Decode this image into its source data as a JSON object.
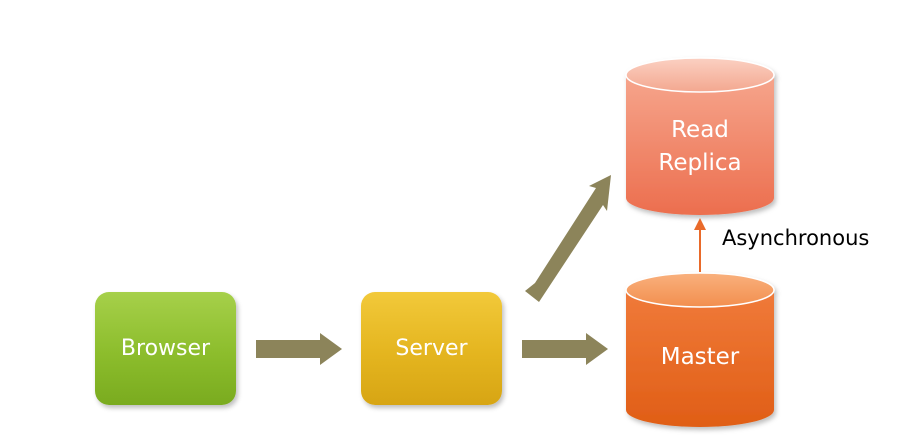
{
  "nodes": {
    "browser": {
      "label": "Browser"
    },
    "server": {
      "label": "Server"
    },
    "read_replica": {
      "line1": "Read",
      "line2": "Replica"
    },
    "master": {
      "label": "Master"
    }
  },
  "edges": {
    "replication_label": "Asynchronous"
  },
  "colors": {
    "browser": "#8cbd2c",
    "server": "#e4b51f",
    "replica": "#ee7d60",
    "master": "#e96a2a",
    "arrow": "#8c845a",
    "replication_line": "#e96a2a"
  }
}
